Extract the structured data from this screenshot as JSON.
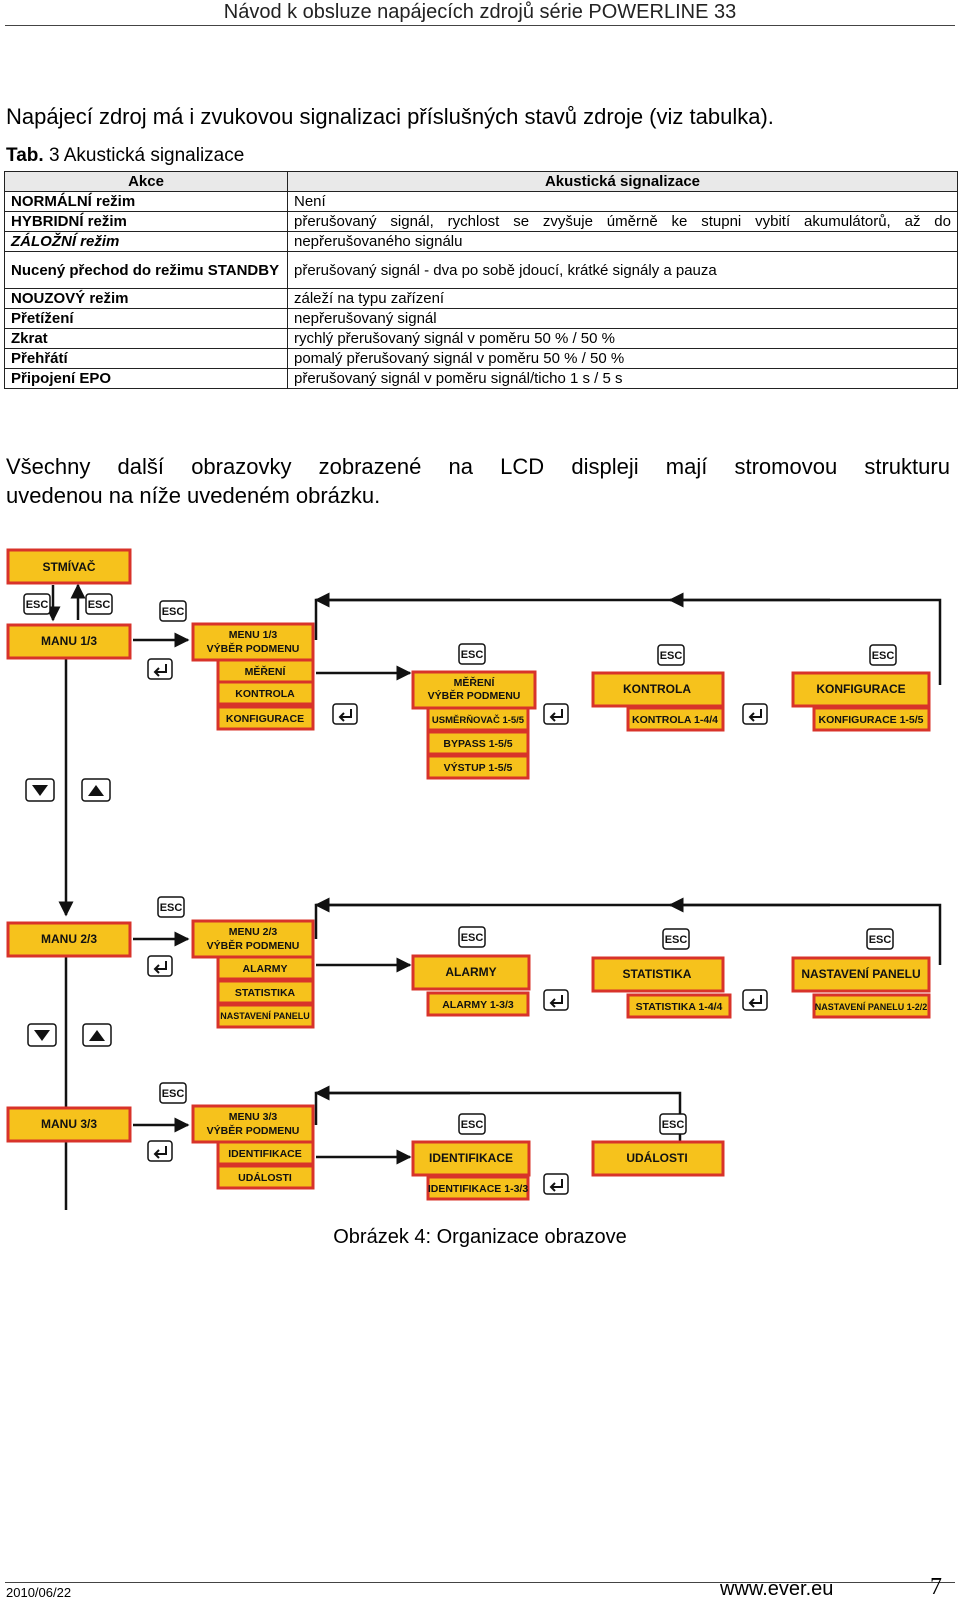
{
  "header": {
    "title": "Návod k obsluze napájecích zdrojů série POWERLINE 33"
  },
  "intro": "Napájecí zdroj má i zvukovou signalizaci příslušných stavů zdroje (viz tabulka).",
  "table_caption": {
    "tab": "Tab.",
    "text": "3 Akustická signalizace"
  },
  "table": {
    "headers": [
      "Akce",
      "Akustická signalizace"
    ],
    "rows": [
      [
        "NORMÁLNÍ režim",
        "Není"
      ],
      [
        "HYBRIDNÍ režim",
        "přerušovaný signál, rychlost se zvyšuje úměrně ke stupni vybití akumulátorů, až do"
      ],
      [
        "ZÁLOŽNÍ režim",
        "nepřerušovaného signálu"
      ],
      [
        "Nucený přechod do režimu STANDBY",
        "přerušovaný signál - dva po sobě jdoucí, krátké signály a pauza"
      ],
      [
        "NOUZOVÝ režim",
        "záleží na typu zařízení"
      ],
      [
        "Přetížení",
        "nepřerušovaný signál"
      ],
      [
        "Zkrat",
        "rychlý přerušovaný signál v poměru 50 % / 50 %"
      ],
      [
        "Přehřátí",
        "pomalý přerušovaný signál v poměru 50 % / 50 %"
      ],
      [
        "Připojení EPO",
        "přerušovaný signál v poměru  signál/ticho 1 s / 5 s"
      ]
    ]
  },
  "paragraph": {
    "line1": [
      "Všechny",
      "další",
      "obrazovky",
      "zobrazené",
      "na",
      "LCD",
      "displeji",
      "mají",
      "stromovou",
      "strukturu"
    ],
    "line2": "uvedenou na níže uvedeném obrázku."
  },
  "diagram": {
    "colors": {
      "box_fill": "#f6c21c",
      "box_border": "#d8332a",
      "text": "#111111",
      "esc_fill": "#ffffff"
    },
    "esc_label": "ESC",
    "boxes": {
      "stmivac": "STMÍVAČ",
      "manu1": "MANU 1/3",
      "menu1_title": "MENU 1/3",
      "menu1_sub": "VÝBĚR PODMENU",
      "mereni": "MĚŘENÍ",
      "kontrola": "KONTROLA",
      "konfigurace": "KONFIGURACE",
      "mereni_title": "MĚŘENÍ",
      "mereni_sub": "VÝBĚR PODMENU",
      "usmernovac": "USMĚRŇOVAČ 1-5/5",
      "bypass": "BYPASS 1-5/5",
      "vystup": "VÝSTUP 1-5/5",
      "kontrola_title": "KONTROLA",
      "kontrola_sub": "KONTROLA 1-4/4",
      "konfigurace_title": "KONFIGURACE",
      "konfigurace_sub": "KONFIGURACE 1-5/5",
      "manu2": "MANU 2/3",
      "menu2_title": "MENU 2/3",
      "menu2_sub": "VÝBĚR PODMENU",
      "alarmy": "ALARMY",
      "statistika": "STATISTIKA",
      "nastaveni_panelu": "NASTAVENÍ PANELU",
      "alarmy_title": "ALARMY",
      "alarmy_sub": "ALARMY 1-3/3",
      "statistika_title": "STATISTIKA",
      "statistika_sub": "STATISTIKA 1-4/4",
      "nastaveni_title": "NASTAVENÍ PANELU",
      "nastaveni_sub": "NASTAVENÍ PANELU 1-2/2",
      "manu3": "MANU 3/3",
      "menu3_title": "MENU 3/3",
      "menu3_sub": "VÝBĚR PODMENU",
      "identifikace": "IDENTIFIKACE",
      "udalosti": "UDÁLOSTI",
      "identifikace_title": "IDENTIFIKACE",
      "identifikace_sub": "IDENTIFIKACE 1-3/3",
      "udalosti_title": "UDÁLOSTI"
    }
  },
  "figure_caption": "Obrázek 4: Organizace obrazove",
  "footer": {
    "date": "2010/06/22",
    "website": "www.ever.eu",
    "page": "7"
  }
}
